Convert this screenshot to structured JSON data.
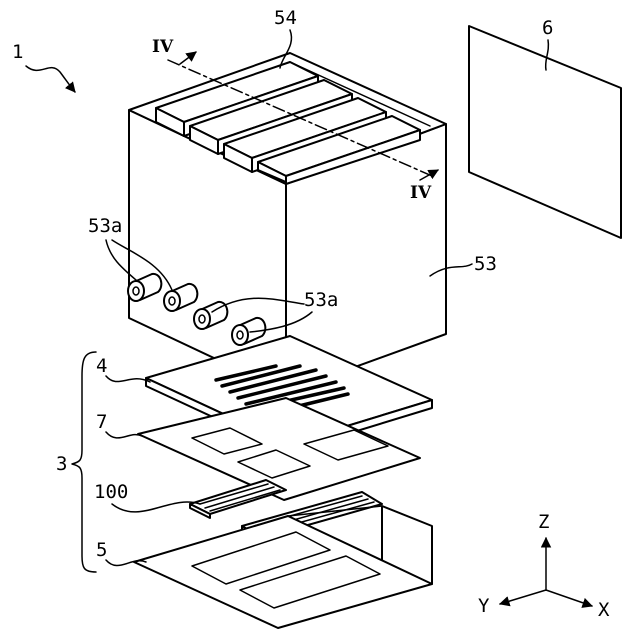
{
  "labels": {
    "device": "1",
    "unit_3": "3",
    "substrate_4": "4",
    "bottom_5": "5",
    "panel_6": "6",
    "layer_7": "7",
    "housing_53": "53",
    "connector_53a_left": "53a",
    "connector_53a_right": "53a",
    "top_54": "54",
    "element_100": "100",
    "section_mark_start": "IV",
    "section_mark_end": "IV"
  },
  "axes": {
    "z": "Z",
    "y": "Y",
    "x": "X"
  },
  "colors": {
    "line": "#000000",
    "background": "#ffffff"
  }
}
